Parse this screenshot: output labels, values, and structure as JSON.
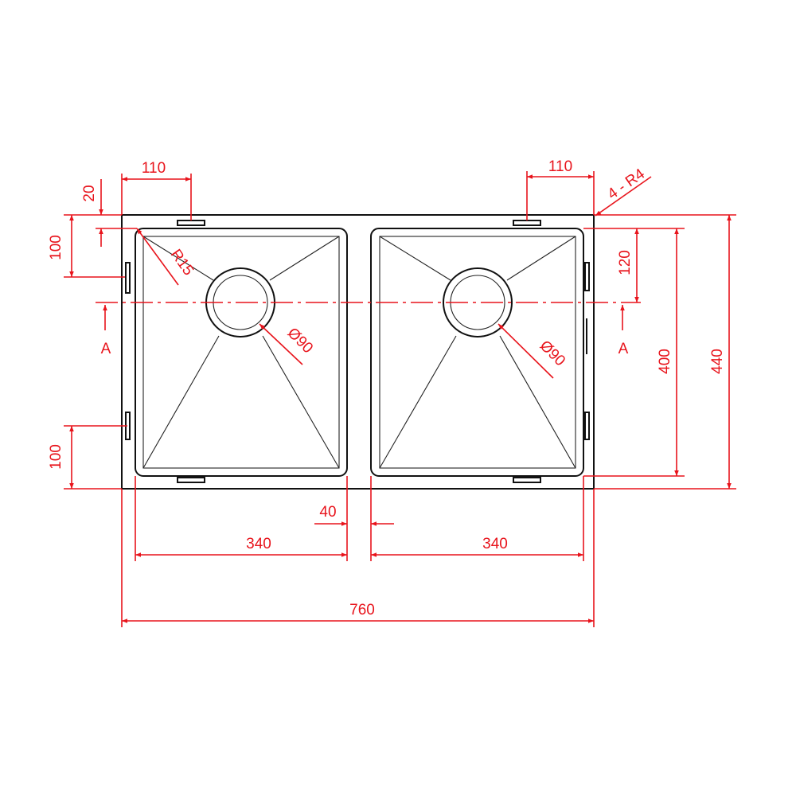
{
  "drawing": {
    "title": "Double bowl undermount sink dimension drawing",
    "colors": {
      "outline": "#111111",
      "dimension": "#e8141c"
    },
    "dimensions": {
      "top_left_clip": "110",
      "top_right_clip": "110",
      "top_offset": "20",
      "left_top_clip": "100",
      "left_bottom_clip": "100",
      "corner_radius": "R15",
      "outer_corner_radius": "4 - R4",
      "drain_left": "Ø90",
      "drain_right": "Ø90",
      "drain_offset": "120",
      "bowl_depth": "400",
      "overall_depth": "440",
      "bowl_gap": "40",
      "bowl_left_width": "340",
      "bowl_right_width": "340",
      "overall_width": "760",
      "section_left": "A",
      "section_right": "A"
    }
  }
}
